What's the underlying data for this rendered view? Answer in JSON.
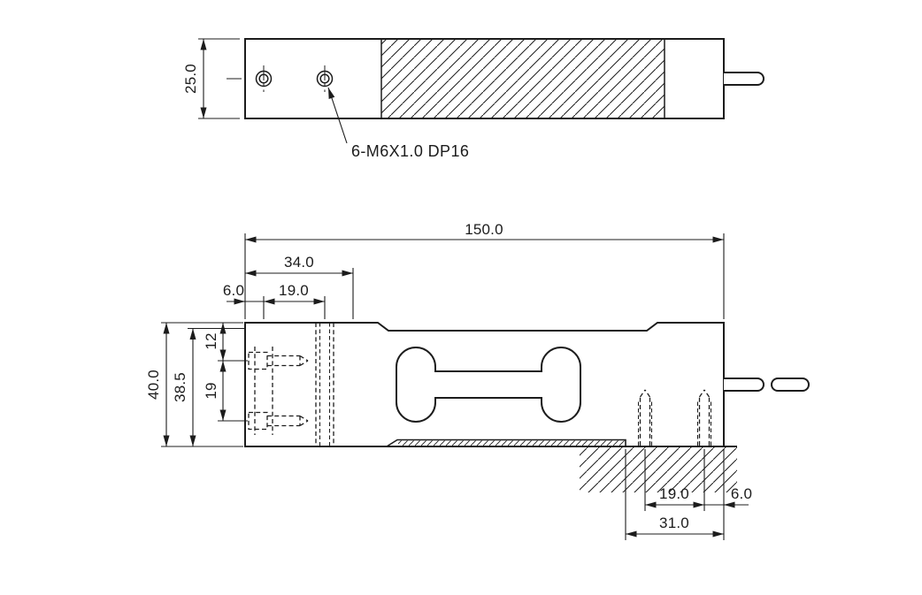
{
  "style": {
    "ink": "#1c1c1c",
    "background": "#ffffff"
  },
  "views": {
    "top": {
      "note": "6-M6X1.0 DP16",
      "dims": {
        "width": "25.0"
      }
    },
    "front": {
      "dims": {
        "overall_length": "150.0",
        "left_section": "34.0",
        "top_hole_spacing": "19.0",
        "top_hole_edge": "6.0",
        "overall_height": "40.0",
        "body_height": "38.5",
        "side_hole_top_offset": "12",
        "side_hole_spacing": "19",
        "bottom_hole_spacing": "19.0",
        "bottom_hole_edge": "6.0",
        "bottom_mount_length": "31.0"
      }
    }
  }
}
